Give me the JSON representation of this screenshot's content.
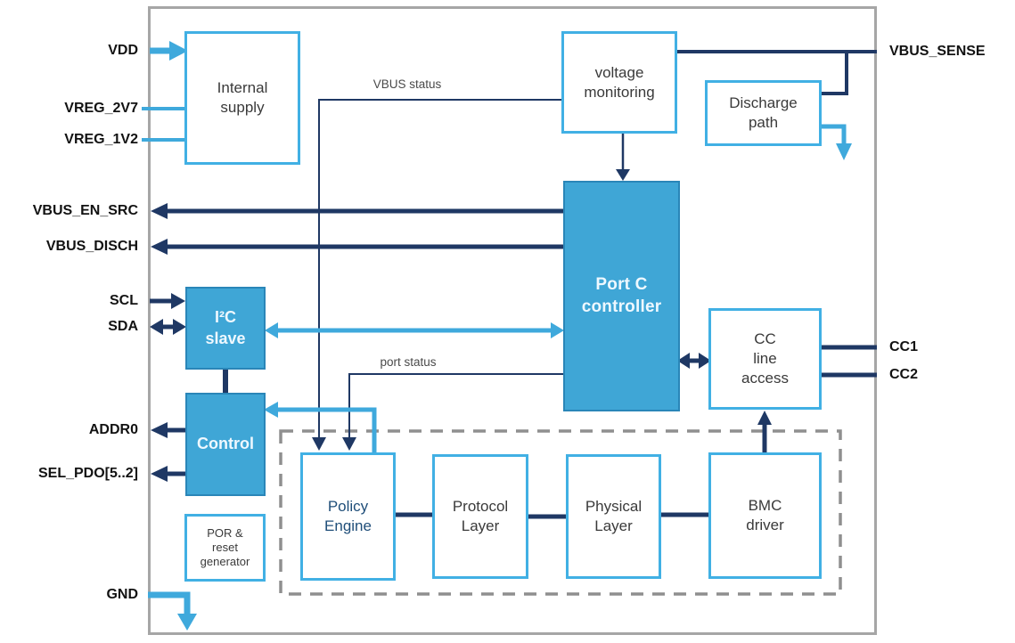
{
  "diagram": {
    "blocks": {
      "internal_supply": {
        "label": "Internal\nsupply"
      },
      "voltage_monitoring": {
        "label": "voltage\nmonitoring"
      },
      "discharge_path": {
        "label": "Discharge\npath"
      },
      "port_c_controller": {
        "label": "Port C\ncontroller"
      },
      "i2c_slave": {
        "label": "I²C\nslave"
      },
      "control": {
        "label": "Control"
      },
      "por_reset_generator": {
        "label": "POR &\nreset\ngenerator"
      },
      "cc_line_access": {
        "label": "CC\nline\naccess"
      },
      "policy_engine": {
        "label": "Policy\nEngine"
      },
      "protocol_layer": {
        "label": "Protocol\nLayer"
      },
      "physical_layer": {
        "label": "Physical\nLayer"
      },
      "bmc_driver": {
        "label": "BMC\ndriver"
      }
    },
    "pins": {
      "left": [
        {
          "label": "VDD"
        },
        {
          "label": "VREG_2V7"
        },
        {
          "label": "VREG_1V2"
        },
        {
          "label": "VBUS_EN_SRC"
        },
        {
          "label": "VBUS_DISCH"
        },
        {
          "label": "SCL"
        },
        {
          "label": "SDA"
        },
        {
          "label": "ADDR0"
        },
        {
          "label": "SEL_PDO[5..2]"
        },
        {
          "label": "GND"
        }
      ],
      "right": [
        {
          "label": "VBUS_SENSE"
        },
        {
          "label": "CC1"
        },
        {
          "label": "CC2"
        }
      ]
    },
    "annotations": {
      "vbus_status": "VBUS status",
      "port_status": "port status"
    },
    "colors": {
      "light_blue": "#3fa9dc",
      "box_border_blue": "#41b0e4",
      "fill_blue": "#3fa6d6",
      "navy": "#1f3864",
      "policy_text_navy": "#1f4e79",
      "chip_border_gray": "#a6a6a6",
      "dash_gray": "#8f8f8f"
    }
  }
}
